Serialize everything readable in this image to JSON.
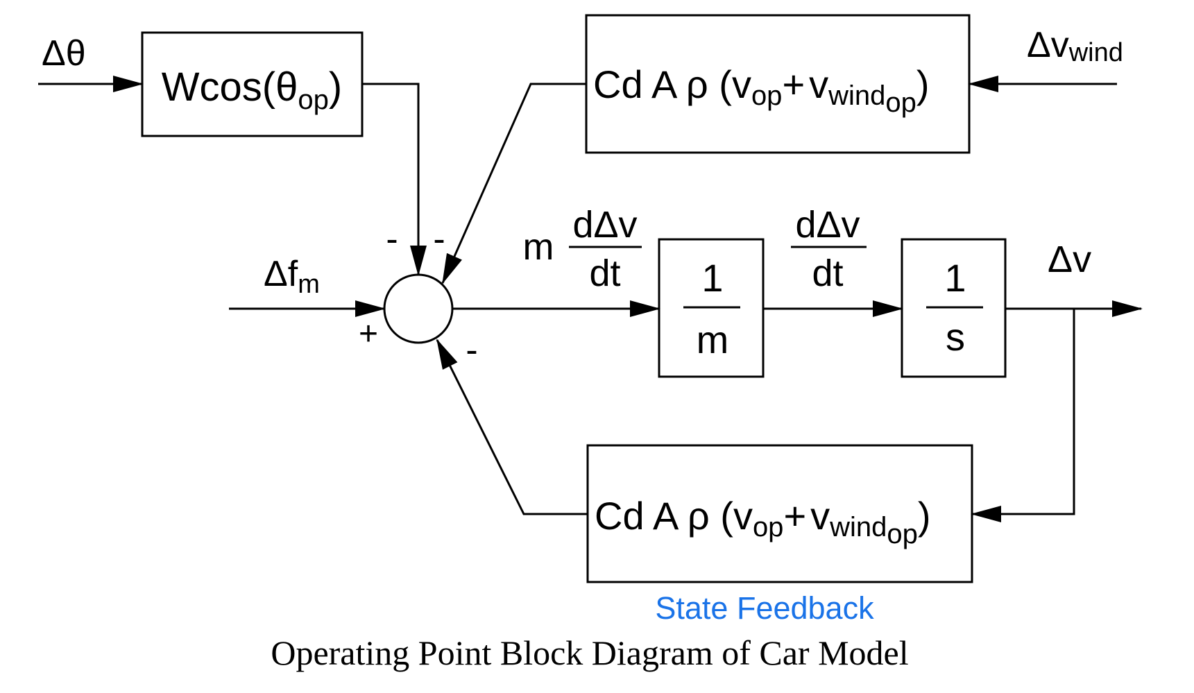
{
  "inputs": {
    "delta_theta": "Δθ",
    "delta_v_wind": {
      "base": "Δv",
      "sub": "wind"
    },
    "delta_fm": {
      "base": "Δf",
      "sub": "m"
    }
  },
  "blocks": {
    "gravity": {
      "prefix": "Wcos(θ",
      "sub": "op",
      "suffix": ")"
    },
    "drag_top": {
      "head": "Cd A ρ (v",
      "sub1": "op",
      "plus": "+",
      "v": "v",
      "sub2": "wind",
      "sub3": "op",
      "close": ")"
    },
    "inverse_mass": {
      "num": "1",
      "den": "m"
    },
    "integrator": {
      "num": "1",
      "den": "s"
    },
    "drag_feedback": {
      "head": "Cd A ρ (v",
      "sub1": "op",
      "plus": "+",
      "v": "v",
      "sub2": "wind",
      "sub3": "op",
      "close": ")"
    }
  },
  "summing_junction": {
    "sign_gravity": "-",
    "sign_drag_top": "-",
    "sign_input": "+",
    "sign_feedback": "-"
  },
  "signals": {
    "force": {
      "coef": "m",
      "num": "dΔv",
      "den": "dt"
    },
    "accel": {
      "num": "dΔv",
      "den": "dt"
    },
    "output": "Δv"
  },
  "state_feedback_label": "State Feedback",
  "caption": "Operating Point Block Diagram of Car Model"
}
